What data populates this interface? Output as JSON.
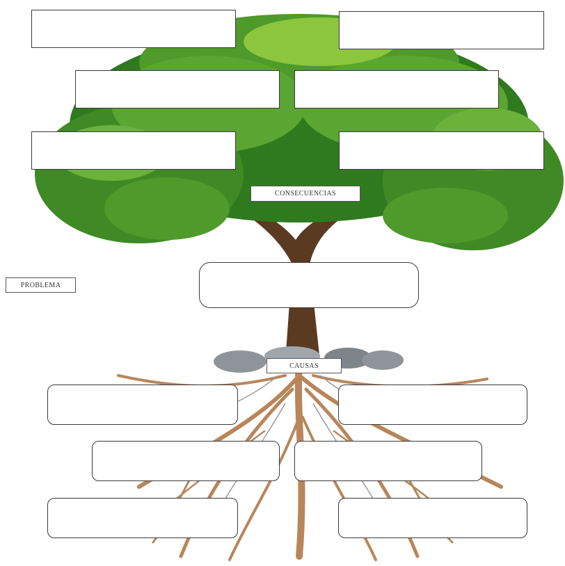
{
  "labels": {
    "consequences": "CONSECUENCIAS",
    "problem": "PROBLEMA",
    "causes": "CAUSAS"
  },
  "colors": {
    "canopy_dark": "#2f7a1f",
    "canopy_mid": "#4e9a2a",
    "canopy_light": "#8cc63f",
    "trunk": "#5b3a22",
    "roots": "#b8865a",
    "stones": "#8e949a"
  },
  "consequence_boxes": [
    "",
    "",
    "",
    "",
    "",
    ""
  ],
  "problem_box": "",
  "cause_boxes": [
    "",
    "",
    "",
    "",
    "",
    ""
  ]
}
